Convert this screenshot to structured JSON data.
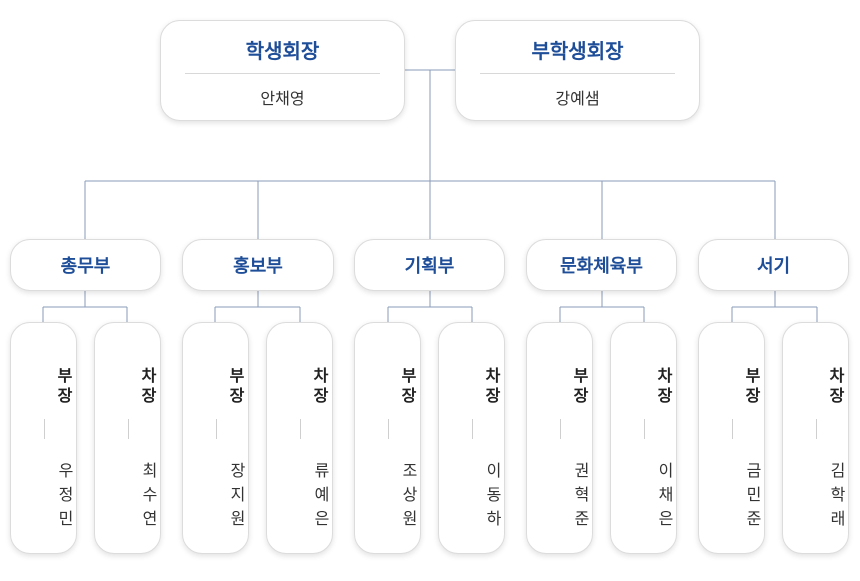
{
  "leaders": [
    {
      "title": "학생회장",
      "name": "안채영"
    },
    {
      "title": "부학생회장",
      "name": "강예샘"
    }
  ],
  "departments": [
    {
      "title": "총무부",
      "members": [
        {
          "role": "부장",
          "name": "우정민"
        },
        {
          "role": "차장",
          "name": "최수연"
        }
      ]
    },
    {
      "title": "홍보부",
      "members": [
        {
          "role": "부장",
          "name": "장지원"
        },
        {
          "role": "차장",
          "name": "류예은"
        }
      ]
    },
    {
      "title": "기획부",
      "members": [
        {
          "role": "부장",
          "name": "조상원"
        },
        {
          "role": "차장",
          "name": "이동하"
        }
      ]
    },
    {
      "title": "문화체육부",
      "members": [
        {
          "role": "부장",
          "name": "권혁준"
        },
        {
          "role": "차장",
          "name": "이채은"
        }
      ]
    },
    {
      "title": "서기",
      "members": [
        {
          "role": "부장",
          "name": "금민준"
        },
        {
          "role": "차장",
          "name": "김학래"
        }
      ]
    }
  ]
}
